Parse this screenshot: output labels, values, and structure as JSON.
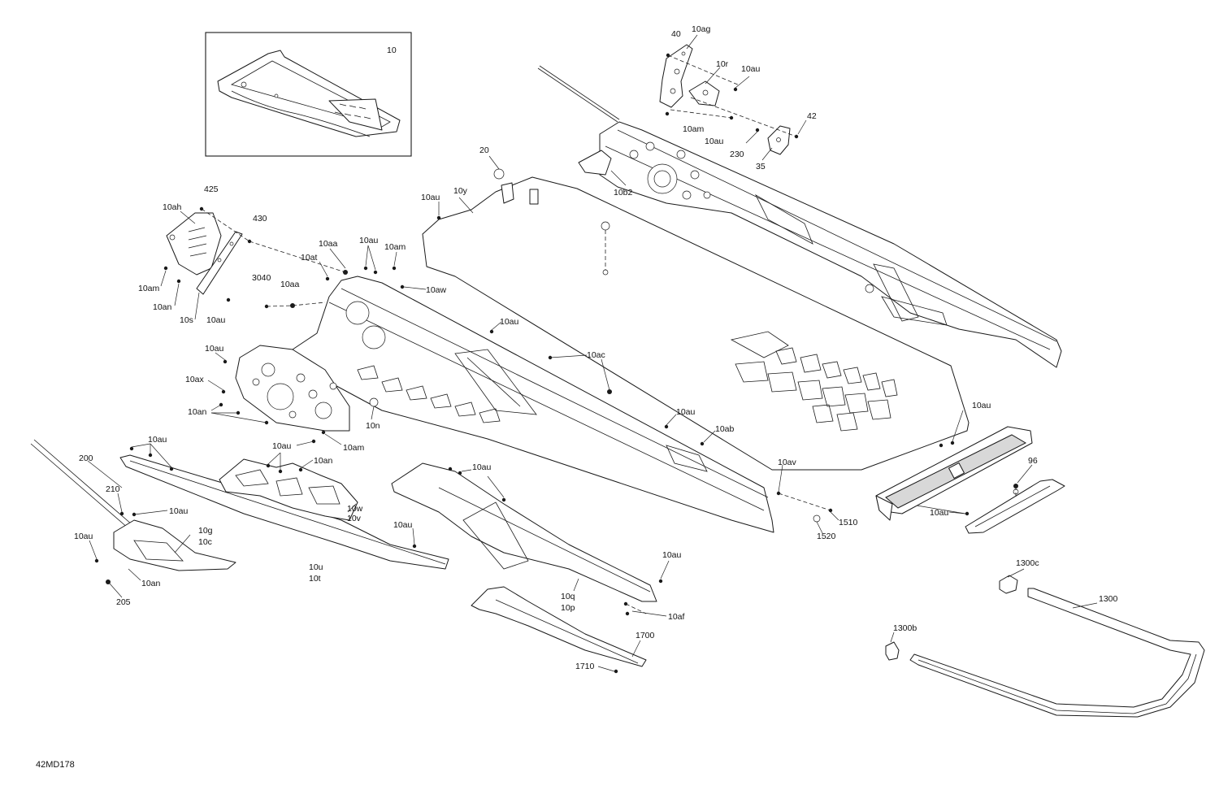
{
  "document": {
    "ref_code": "42MD178",
    "inset_label": "10"
  },
  "labels": [
    {
      "id": "l-10ag",
      "text": "10ag"
    },
    {
      "id": "l-40",
      "text": "40"
    },
    {
      "id": "l-10r",
      "text": "10r"
    },
    {
      "id": "l-10au-a",
      "text": "10au"
    },
    {
      "id": "l-10am-a",
      "text": "10am"
    },
    {
      "id": "l-10au-b",
      "text": "10au"
    },
    {
      "id": "l-42",
      "text": "42"
    },
    {
      "id": "l-230",
      "text": "230"
    },
    {
      "id": "l-35",
      "text": "35"
    },
    {
      "id": "l-20",
      "text": "20"
    },
    {
      "id": "l-10b2",
      "text": "10b2"
    },
    {
      "id": "l-10au-c",
      "text": "10au"
    },
    {
      "id": "l-10y",
      "text": "10y"
    },
    {
      "id": "l-425",
      "text": "425"
    },
    {
      "id": "l-10ah",
      "text": "10ah"
    },
    {
      "id": "l-430",
      "text": "430"
    },
    {
      "id": "l-10aa-a",
      "text": "10aa"
    },
    {
      "id": "l-10au-d",
      "text": "10au"
    },
    {
      "id": "l-10am-b",
      "text": "10am"
    },
    {
      "id": "l-10at",
      "text": "10at"
    },
    {
      "id": "l-3040",
      "text": "3040"
    },
    {
      "id": "l-10aa-b",
      "text": "10aa"
    },
    {
      "id": "l-10aw",
      "text": "10aw"
    },
    {
      "id": "l-10am-c",
      "text": "10am"
    },
    {
      "id": "l-10an-a",
      "text": "10an"
    },
    {
      "id": "l-10s",
      "text": "10s"
    },
    {
      "id": "l-10au-e",
      "text": "10au"
    },
    {
      "id": "l-10au-f",
      "text": "10au"
    },
    {
      "id": "l-10au-g",
      "text": "10au"
    },
    {
      "id": "l-10ac",
      "text": "10ac"
    },
    {
      "id": "l-10ax",
      "text": "10ax"
    },
    {
      "id": "l-10an-b",
      "text": "10an"
    },
    {
      "id": "l-10n",
      "text": "10n"
    },
    {
      "id": "l-10au-h",
      "text": "10au"
    },
    {
      "id": "l-10ab",
      "text": "10ab"
    },
    {
      "id": "l-10au-i",
      "text": "10au"
    },
    {
      "id": "l-10am-d",
      "text": "10am"
    },
    {
      "id": "l-10au-j",
      "text": "10au"
    },
    {
      "id": "l-200",
      "text": "200"
    },
    {
      "id": "l-10au-k",
      "text": "10au"
    },
    {
      "id": "l-10an-c",
      "text": "10an"
    },
    {
      "id": "l-10au-l",
      "text": "10au"
    },
    {
      "id": "l-10au-m",
      "text": "10au"
    },
    {
      "id": "l-210",
      "text": "210"
    },
    {
      "id": "l-10au-n",
      "text": "10au"
    },
    {
      "id": "l-10w",
      "text": "10w"
    },
    {
      "id": "l-10v",
      "text": "10v"
    },
    {
      "id": "l-10g",
      "text": "10g"
    },
    {
      "id": "l-10c",
      "text": "10c"
    },
    {
      "id": "l-10au-o",
      "text": "10au"
    },
    {
      "id": "l-10au-p",
      "text": "10au"
    },
    {
      "id": "l-10an-d",
      "text": "10an"
    },
    {
      "id": "l-205",
      "text": "205"
    },
    {
      "id": "l-10u",
      "text": "10u"
    },
    {
      "id": "l-10t",
      "text": "10t"
    },
    {
      "id": "l-10au-q",
      "text": "10au"
    },
    {
      "id": "l-10av",
      "text": "10av"
    },
    {
      "id": "l-1510",
      "text": "1510"
    },
    {
      "id": "l-1520",
      "text": "1520"
    },
    {
      "id": "l-96",
      "text": "96"
    },
    {
      "id": "l-10au-r",
      "text": "10au"
    },
    {
      "id": "l-10au-s",
      "text": "10au"
    },
    {
      "id": "l-10q",
      "text": "10q"
    },
    {
      "id": "l-10p",
      "text": "10p"
    },
    {
      "id": "l-10af",
      "text": "10af"
    },
    {
      "id": "l-1700",
      "text": "1700"
    },
    {
      "id": "l-1710",
      "text": "1710"
    },
    {
      "id": "l-1300c",
      "text": "1300c"
    },
    {
      "id": "l-1300",
      "text": "1300"
    },
    {
      "id": "l-1300b",
      "text": "1300b"
    }
  ]
}
